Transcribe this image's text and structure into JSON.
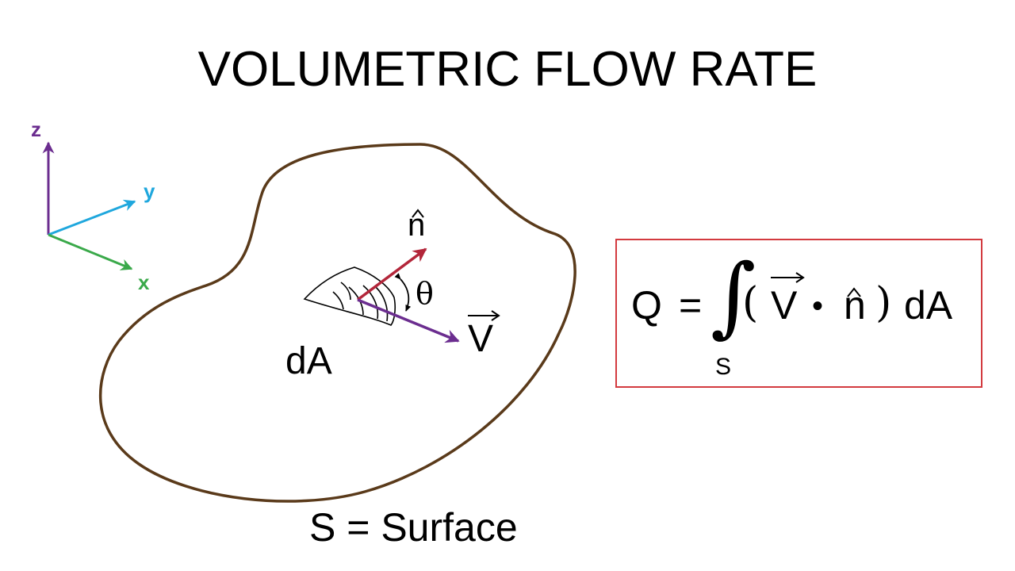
{
  "title": "VOLUMETRIC FLOW RATE",
  "axes": {
    "z": "z",
    "y": "y",
    "x": "x"
  },
  "vector_labels": {
    "normal": "n",
    "velocity": "V",
    "angle": "θ",
    "area": "dA"
  },
  "caption": "S = Surface",
  "equation": {
    "lhs": "Q",
    "equals": "=",
    "integral": "∫",
    "subscript": "S",
    "open_paren": "(",
    "vector": "V",
    "dot": "•",
    "normal": "n",
    "close_paren": ")",
    "differential": "dA"
  },
  "colors": {
    "z_axis": "#6b2d8f",
    "y_axis": "#1fa7dd",
    "x_axis": "#3aa94a",
    "surface_outline": "#5a3a1a",
    "normal_arrow": "#b3263a",
    "velocity_arrow": "#6b2d8f",
    "equation_box": "#d33a3f"
  }
}
